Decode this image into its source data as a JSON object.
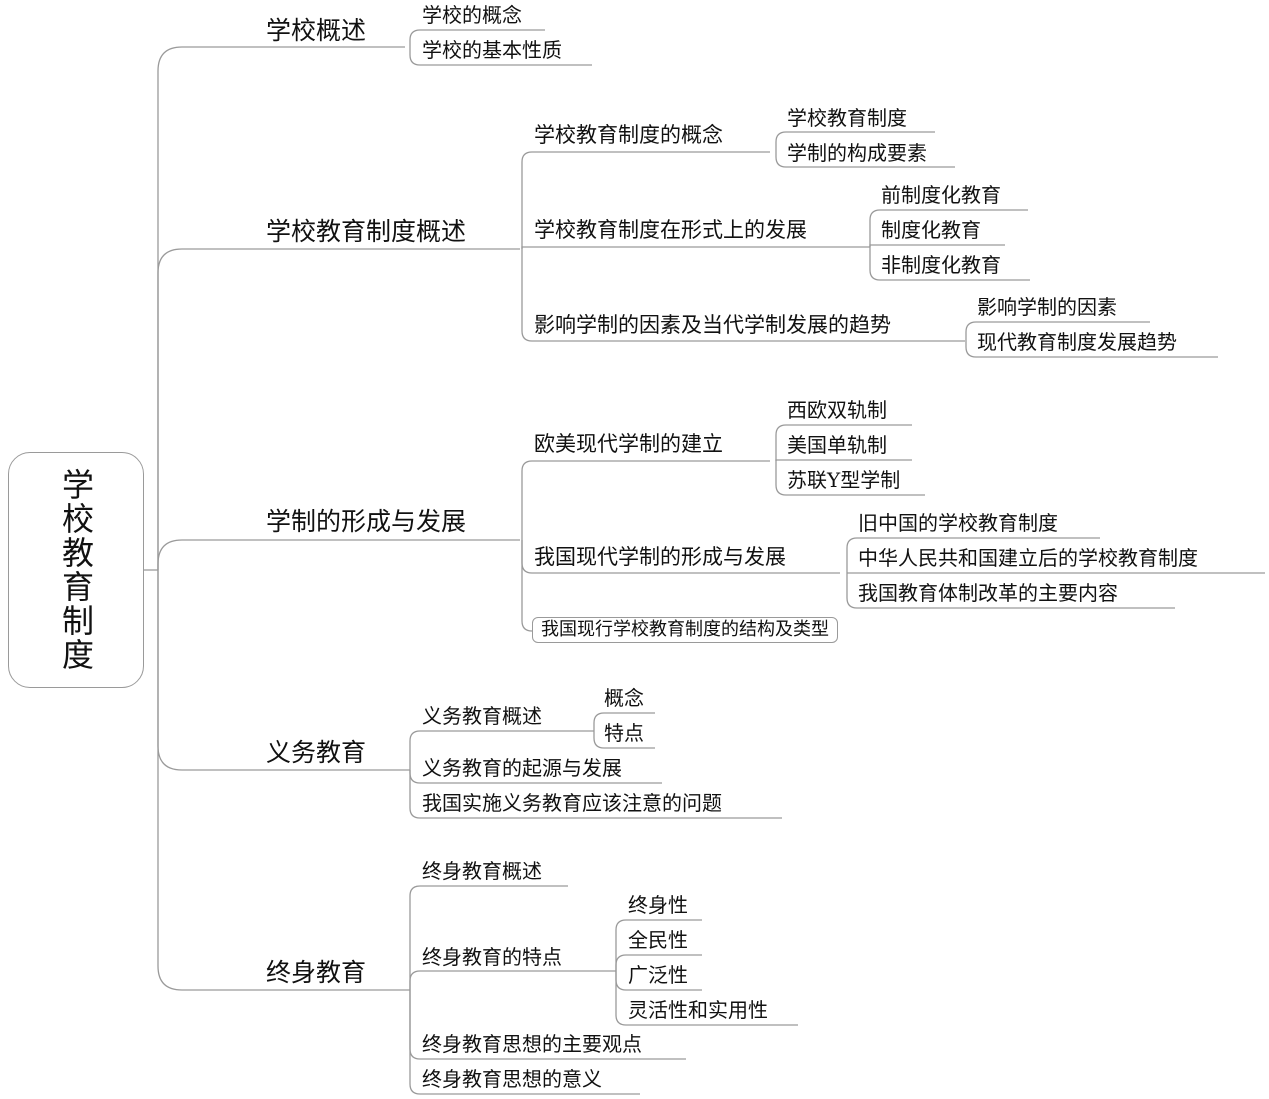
{
  "root": "学校教育制度",
  "branches": [
    {
      "label": "学校概述",
      "children": [
        {
          "label": "学校的概念"
        },
        {
          "label": "学校的基本性质"
        }
      ]
    },
    {
      "label": "学校教育制度概述",
      "children": [
        {
          "label": "学校教育制度的概念",
          "children": [
            {
              "label": "学校教育制度"
            },
            {
              "label": "学制的构成要素"
            }
          ]
        },
        {
          "label": "学校教育制度在形式上的发展",
          "children": [
            {
              "label": "前制度化教育"
            },
            {
              "label": "制度化教育"
            },
            {
              "label": "非制度化教育"
            }
          ]
        },
        {
          "label": "影响学制的因素及当代学制发展的趋势",
          "children": [
            {
              "label": "影响学制的因素"
            },
            {
              "label": "现代教育制度发展趋势"
            }
          ]
        }
      ]
    },
    {
      "label": "学制的形成与发展",
      "children": [
        {
          "label": "欧美现代学制的建立",
          "children": [
            {
              "label": "西欧双轨制"
            },
            {
              "label": "美国单轨制"
            },
            {
              "label": "苏联Y型学制"
            }
          ]
        },
        {
          "label": "我国现代学制的形成与发展",
          "children": [
            {
              "label": "旧中国的学校教育制度"
            },
            {
              "label": "中华人民共和国建立后的学校教育制度"
            },
            {
              "label": "我国教育体制改革的主要内容"
            }
          ]
        },
        {
          "label": "我国现行学校教育制度的结构及类型"
        }
      ]
    },
    {
      "label": "义务教育",
      "children": [
        {
          "label": "义务教育概述",
          "children": [
            {
              "label": "概念"
            },
            {
              "label": "特点"
            }
          ]
        },
        {
          "label": "义务教育的起源与发展"
        },
        {
          "label": "我国实施义务教育应该注意的问题"
        }
      ]
    },
    {
      "label": "终身教育",
      "children": [
        {
          "label": "终身教育概述"
        },
        {
          "label": "终身教育的特点",
          "children": [
            {
              "label": "终身性"
            },
            {
              "label": "全民性"
            },
            {
              "label": "广泛性"
            },
            {
              "label": "灵活性和实用性"
            }
          ]
        },
        {
          "label": "终身教育思想的主要观点"
        },
        {
          "label": "终身教育思想的意义"
        }
      ]
    }
  ]
}
